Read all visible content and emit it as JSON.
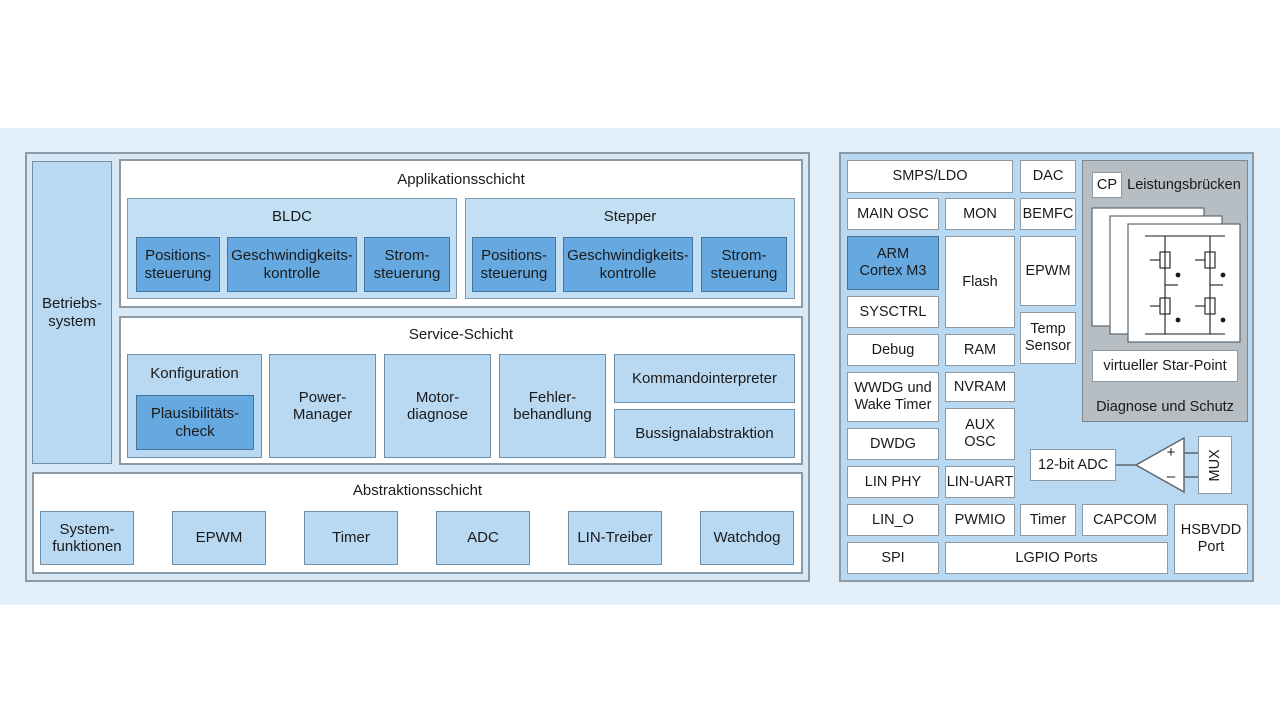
{
  "software": {
    "os": "Betriebs-\nsystem",
    "application": {
      "title": "Applikationsschicht",
      "bldc": {
        "title": "BLDC",
        "items": [
          "Positions-\nsteuerung",
          "Geschwindigkeits-\nkontrolle",
          "Strom-\nsteuerung"
        ]
      },
      "stepper": {
        "title": "Stepper",
        "items": [
          "Positions-\nsteuerung",
          "Geschwindigkeits-\nkontrolle",
          "Strom-\nsteuerung"
        ]
      }
    },
    "service": {
      "title": "Service-Schicht",
      "konfiguration": "Konfiguration",
      "plausibility": "Plausibilitäts-\ncheck",
      "power_manager": "Power-\nManager",
      "motordiagnose": "Motor-\ndiagnose",
      "fehler": "Fehler-\nbehandlung",
      "kommando": "Kommandointerpreter",
      "bussignal": "Bussignalabstraktion"
    },
    "abstraction": {
      "title": "Abstraktionsschicht",
      "items": [
        "System-\nfunktionen",
        "EPWM",
        "Timer",
        "ADC",
        "LIN-Treiber",
        "Watchdog"
      ]
    }
  },
  "hardware": {
    "smps": "SMPS/LDO",
    "dac": "DAC",
    "main_osc": "MAIN OSC",
    "mon": "MON",
    "bemfc": "BEMFC",
    "arm": "ARM\nCortex M3",
    "flash": "Flash",
    "epwm": "EPWM",
    "sysctrl": "SYSCTRL",
    "temp": "Temp\nSensor",
    "debug": "Debug",
    "ram": "RAM",
    "wwdg": "WWDG und\nWake Timer",
    "nvram": "NVRAM",
    "dwdg": "DWDG",
    "aux": "AUX\nOSC",
    "lin_phy": "LIN PHY",
    "lin_uart": "LIN-UART",
    "lin_o": "LIN_O",
    "pwmio": "PWMIO",
    "timer": "Timer",
    "capcom": "CAPCOM",
    "hsbvdd": "HSBVDD\nPort",
    "spi": "SPI",
    "lgpio": "LGPIO Ports",
    "adc12": "12-bit ADC",
    "mux": "MUX",
    "plus": "+",
    "minus": "–",
    "cp": "CP",
    "leistung": "Leistungsbrücken",
    "star": "virtueller Star-Point",
    "diagnose": "Diagnose und Schutz"
  }
}
